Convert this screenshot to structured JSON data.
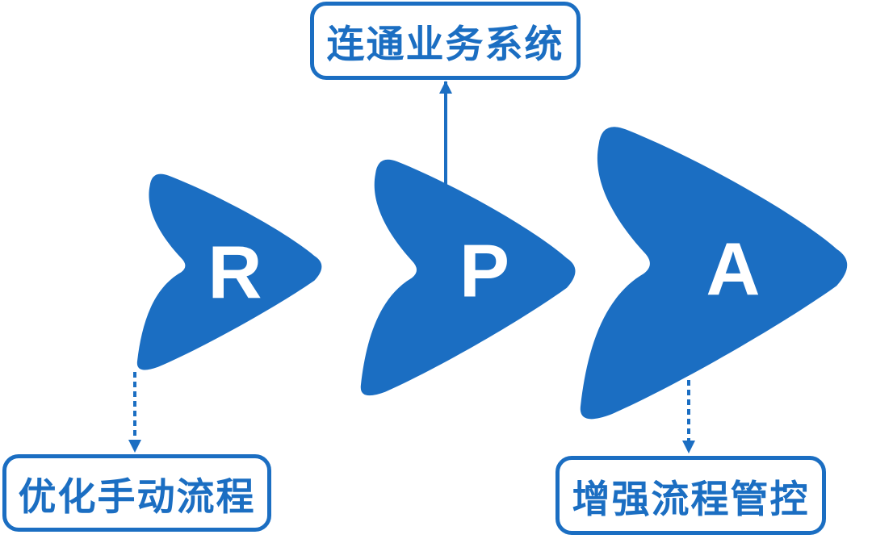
{
  "diagram": {
    "type": "flow-diagram",
    "letters": [
      "R",
      "P",
      "A"
    ],
    "callouts": {
      "top": {
        "text": "连通业务系统",
        "target_letter": "P",
        "connector": "solid-arrow-up"
      },
      "bottom_left": {
        "text": "优化手动流程",
        "target_letter": "R",
        "connector": "dashed-arrow-down"
      },
      "bottom_right": {
        "text": "增强流程管控",
        "target_letter": "A",
        "connector": "dashed-arrow-down"
      }
    },
    "colors": {
      "accent": "#1B6EC2",
      "letter_text": "#FFFFFF",
      "background": "#FFFFFF"
    }
  }
}
